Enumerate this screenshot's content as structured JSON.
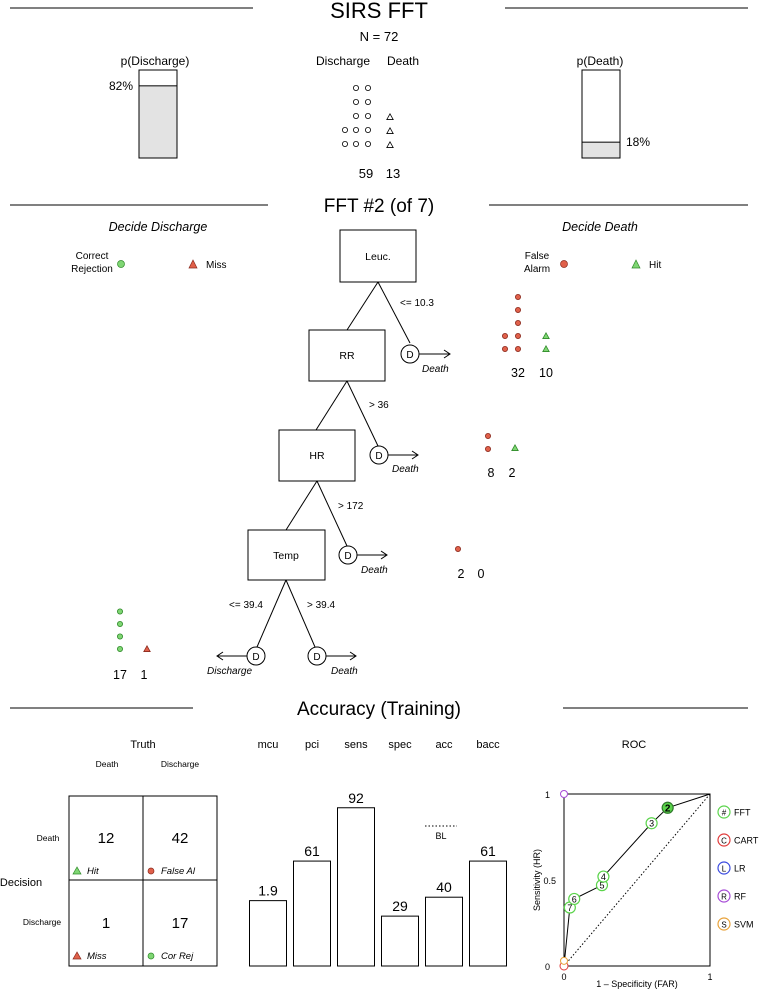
{
  "colors": {
    "hit": "#7fd673",
    "correct_rejection": "#7fd673",
    "miss": "#e0604a",
    "false_alarm": "#e0604a",
    "bar_fill": "#e3e3e3",
    "fft": "#5bd44b",
    "cart": "#e03b3b",
    "lr": "#3b4be0",
    "rf": "#a64bd6",
    "svm": "#e8a23a"
  },
  "header": {
    "title": "SIRS FFT",
    "n_label": "N = 72",
    "p_discharge_label": "p(Discharge)",
    "p_discharge_value": 82,
    "p_discharge_text": "82%",
    "p_death_label": "p(Death)",
    "p_death_value": 18,
    "p_death_text": "18%",
    "discharge_label": "Discharge",
    "death_label": "Death",
    "discharge_count": 59,
    "death_count": 13,
    "discharge_count_text": "59",
    "death_count_text": "13"
  },
  "tree": {
    "title": "FFT #2 (of 7)",
    "decide_left": "Decide Discharge",
    "decide_right": "Decide Death",
    "legend": {
      "correct_rejection": "Correct\nRejection",
      "miss": "Miss",
      "false_alarm": "False\nAlarm",
      "hit": "Hit"
    },
    "nodes": [
      {
        "cue": "Leuc.",
        "exit_threshold": "<= 10.3",
        "exit_decision": "Death",
        "exit_symbol": "D",
        "fa": 32,
        "hit": 10,
        "fa_text": "32",
        "hit_text": "10"
      },
      {
        "cue": "RR",
        "exit_threshold": "> 36",
        "exit_decision": "Death",
        "exit_symbol": "D",
        "fa": 8,
        "hit": 2,
        "fa_text": "8",
        "hit_text": "2"
      },
      {
        "cue": "HR",
        "exit_threshold": "> 172",
        "exit_decision": "Death",
        "exit_symbol": "D",
        "fa": 2,
        "hit": 0,
        "fa_text": "2",
        "hit_text": "0"
      },
      {
        "cue": "Temp",
        "left_threshold": "<= 39.4",
        "right_threshold": "> 39.4",
        "left_decision": "Discharge",
        "right_decision": "Death",
        "exit_symbol": "D"
      }
    ],
    "final_left": {
      "cr": 17,
      "miss": 1,
      "cr_text": "17",
      "miss_text": "1"
    }
  },
  "accuracy": {
    "title": "Accuracy (Training)",
    "truth_label": "Truth",
    "truth_death": "Death",
    "truth_discharge": "Discharge",
    "decision_label": "Decision",
    "decision_death": "Death",
    "decision_discharge": "Discharge",
    "matrix": {
      "hit": {
        "value": "12",
        "label": "Hit"
      },
      "fa": {
        "value": "42",
        "label": "False Al"
      },
      "miss": {
        "value": "1",
        "label": "Miss"
      },
      "cr": {
        "value": "17",
        "label": "Cor Rej"
      }
    },
    "baseline_label": "BL"
  },
  "chart_data": {
    "type": "bar",
    "categories": [
      "mcu",
      "pci",
      "sens",
      "spec",
      "acc",
      "bacc"
    ],
    "values": [
      1.9,
      61,
      92,
      29,
      40,
      61
    ],
    "value_labels": [
      "1.9",
      "61",
      "92",
      "29",
      "40",
      "61"
    ],
    "ylim": [
      0,
      100
    ],
    "baseline_label": "BL",
    "roc": {
      "title": "ROC",
      "xlabel": "1 – Specificity (FAR)",
      "ylabel": "Sensitivity (HR)",
      "x_ticks": [
        "0",
        "1"
      ],
      "y_ticks": [
        "0",
        "0.5",
        "1"
      ],
      "fft_points": [
        {
          "label": "7",
          "x": 0.04,
          "y": 0.34
        },
        {
          "label": "6",
          "x": 0.07,
          "y": 0.39
        },
        {
          "label": "5",
          "x": 0.26,
          "y": 0.47
        },
        {
          "label": "4",
          "x": 0.27,
          "y": 0.52
        },
        {
          "label": "3",
          "x": 0.6,
          "y": 0.83
        },
        {
          "label": "2",
          "x": 0.71,
          "y": 0.92
        }
      ],
      "legend": [
        {
          "symbol": "#",
          "name": "FFT"
        },
        {
          "symbol": "C",
          "name": "CART"
        },
        {
          "symbol": "L",
          "name": "LR"
        },
        {
          "symbol": "R",
          "name": "RF"
        },
        {
          "symbol": "S",
          "name": "SVM"
        }
      ]
    }
  }
}
